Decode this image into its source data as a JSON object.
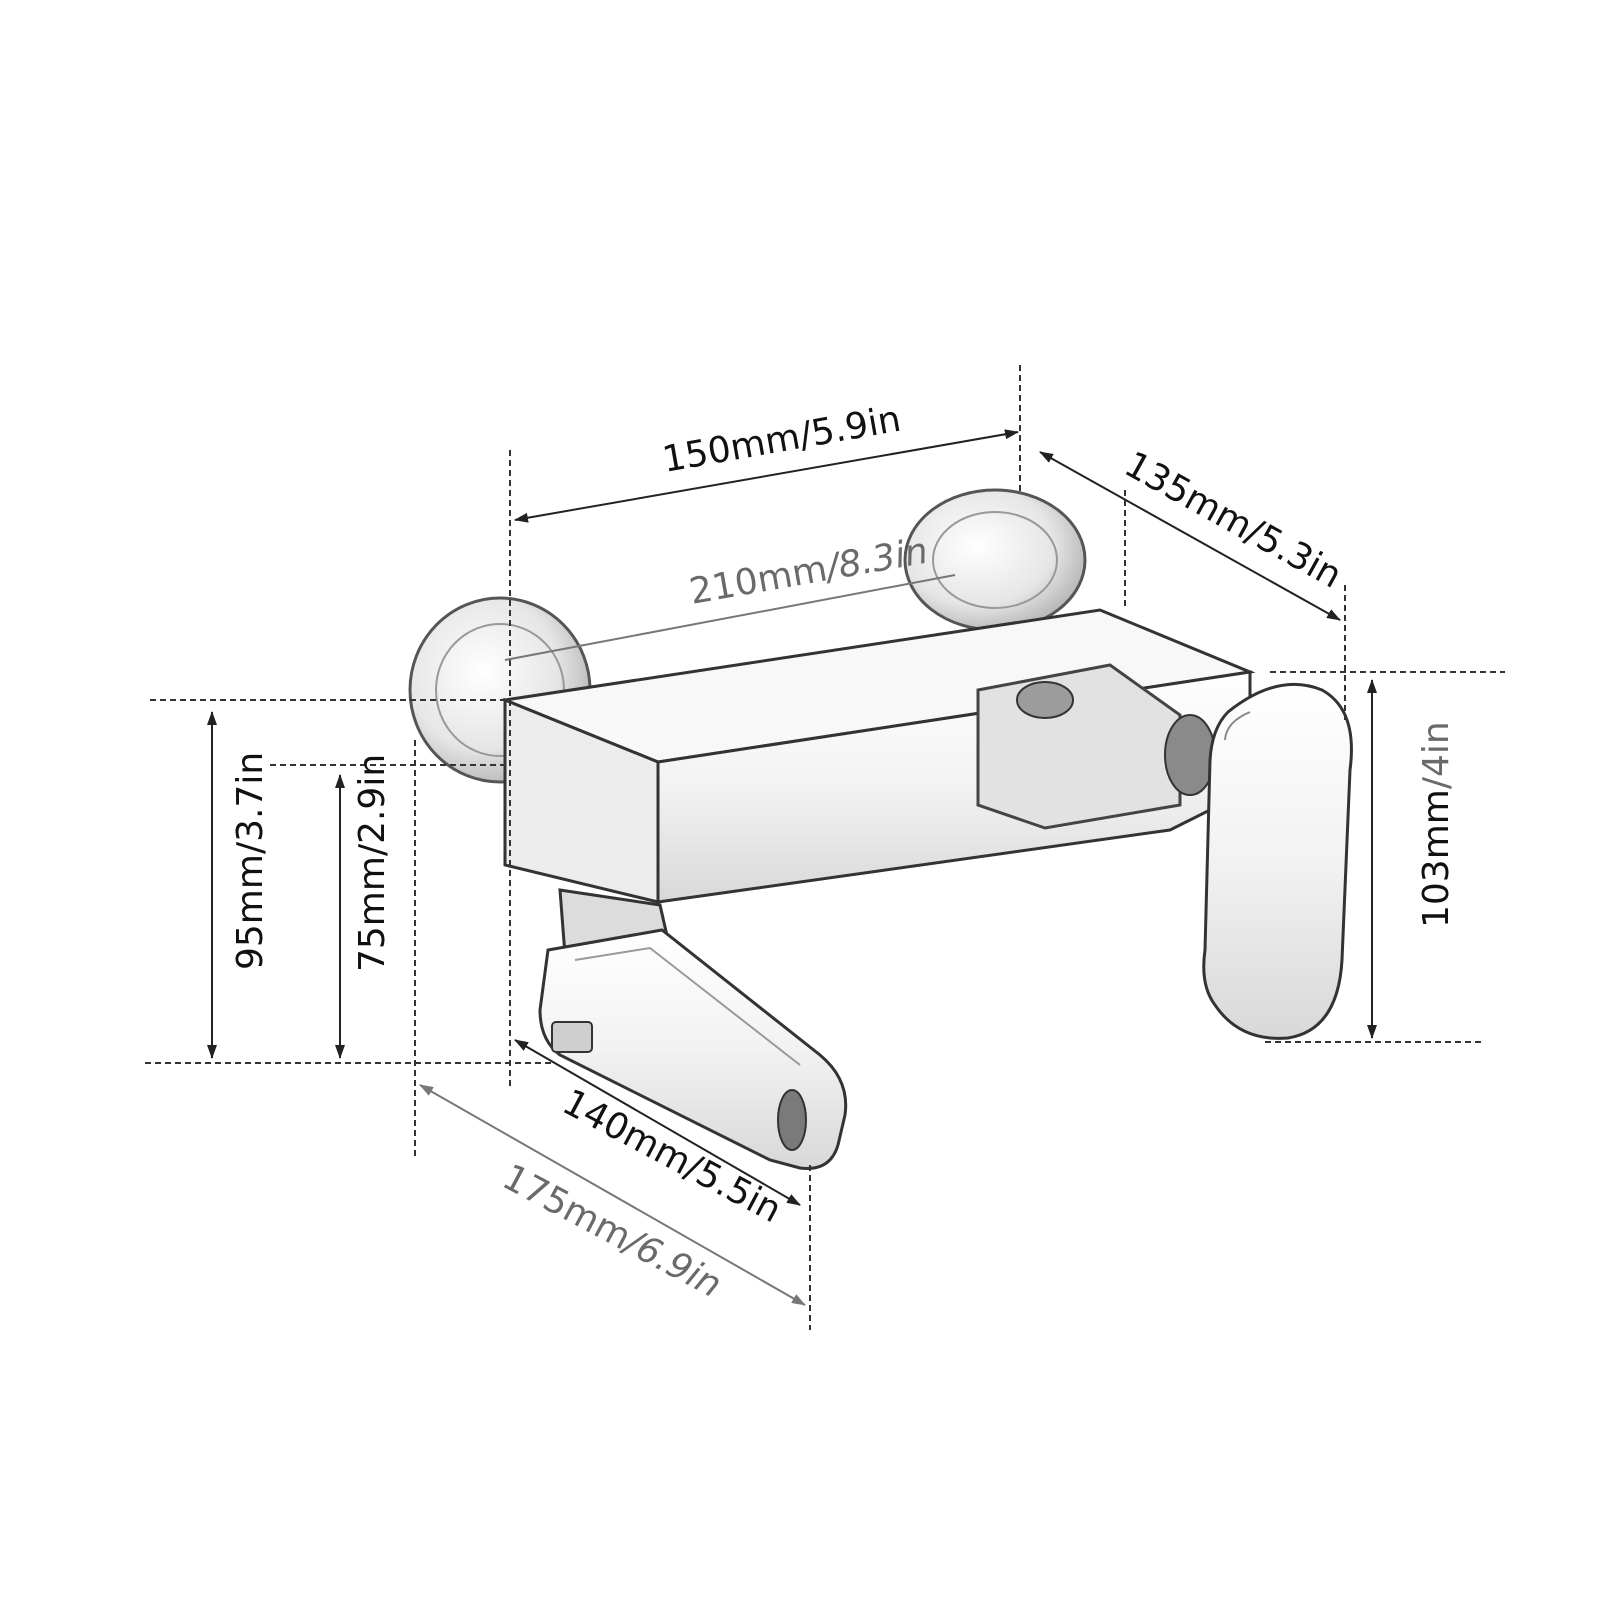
{
  "diagram": {
    "subject_icon": "wall-mounted-bath-mixer-faucet",
    "dimensions": {
      "width_150": {
        "mm": "150mm",
        "inch": "/5.9in"
      },
      "depth_135": {
        "mm": "135mm",
        "inch": "/5.3in"
      },
      "length_210": {
        "mm": "210mm",
        "inch": "/8.3in"
      },
      "height_95": {
        "mm": "95mm",
        "inch": "/3.7in"
      },
      "height_75": {
        "mm": "75mm",
        "inch": "/2.9in"
      },
      "height_103": {
        "mm": "103mm",
        "inch": "/4in"
      },
      "spout_140": {
        "mm": "140mm",
        "inch": "/5.5in"
      },
      "spout_175": {
        "mm": "175mm",
        "inch": "/6.9in"
      }
    }
  }
}
